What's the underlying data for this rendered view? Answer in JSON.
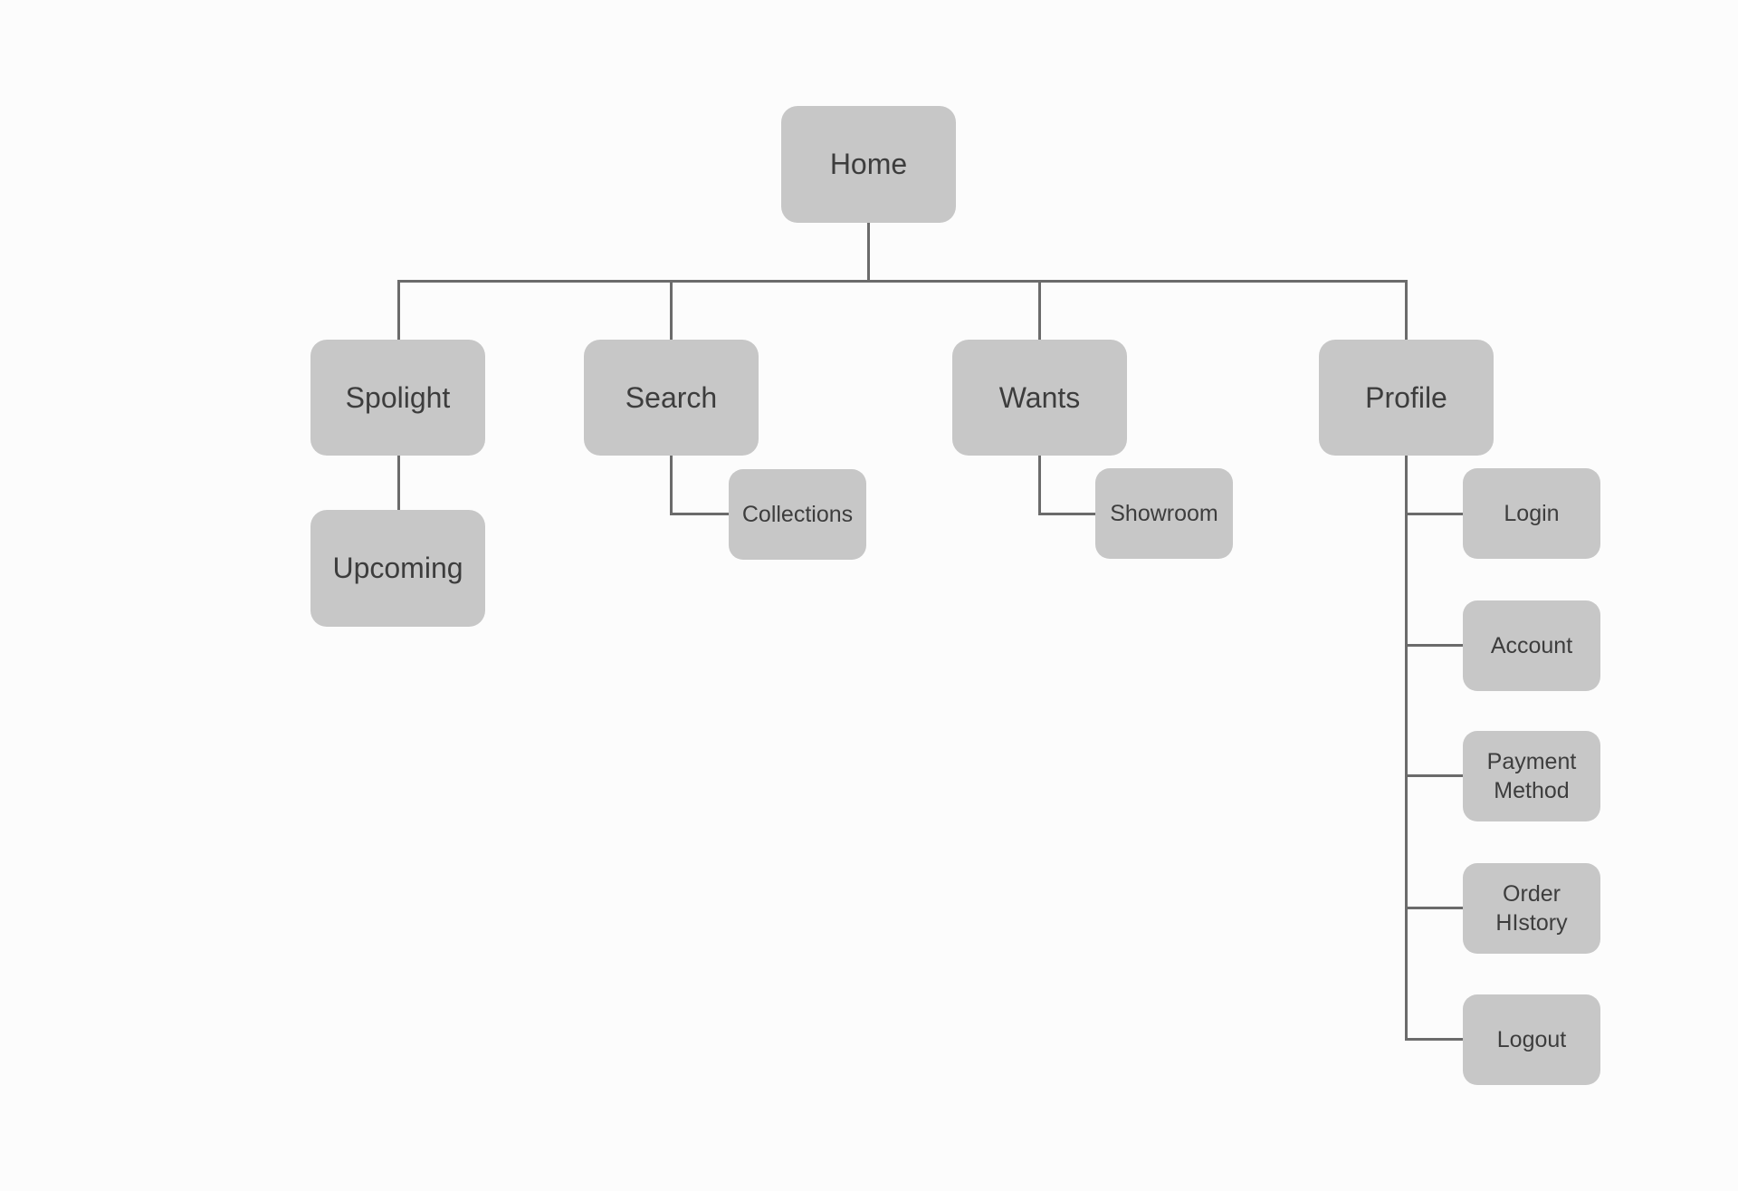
{
  "diagram": {
    "type": "sitemap-tree",
    "colors": {
      "background": "#fcfcfc",
      "node_fill": "#c7c7c7",
      "node_text": "#3d3d3d",
      "connector": "#6b6b6b"
    },
    "nodes": {
      "home": {
        "label": "Home"
      },
      "spolight": {
        "label": "Spolight"
      },
      "upcoming": {
        "label": "Upcoming"
      },
      "search": {
        "label": "Search"
      },
      "collections": {
        "label": "Collections"
      },
      "wants": {
        "label": "Wants"
      },
      "showroom": {
        "label": "Showroom"
      },
      "profile": {
        "label": "Profile"
      },
      "login": {
        "label": "Login"
      },
      "account": {
        "label": "Account"
      },
      "payment_method": {
        "label": "Payment Method"
      },
      "order_history": {
        "label": "Order HIstory"
      },
      "logout": {
        "label": "Logout"
      }
    },
    "hierarchy": {
      "home": [
        "spolight",
        "search",
        "wants",
        "profile"
      ],
      "spolight": [
        "upcoming"
      ],
      "search": [
        "collections"
      ],
      "wants": [
        "showroom"
      ],
      "profile": [
        "login",
        "account",
        "payment_method",
        "order_history",
        "logout"
      ]
    }
  }
}
